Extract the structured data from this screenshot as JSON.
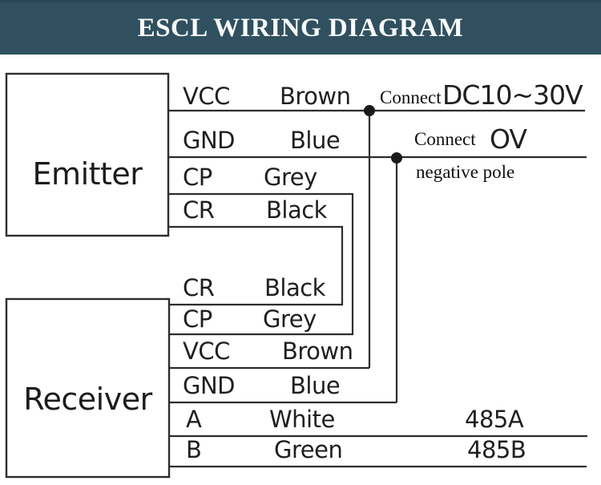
{
  "header": {
    "title": "ESCL WIRING DIAGRAM"
  },
  "colors": {
    "header_bg": "#30505f",
    "header_text": "#f7fafb",
    "line": "#2d2d2d",
    "text": "#1f1f1f",
    "background": "#ffffff"
  },
  "emitter": {
    "label": "Emitter",
    "wires": [
      {
        "pin": "VCC",
        "color_name": "Brown"
      },
      {
        "pin": "GND",
        "color_name": "Blue"
      },
      {
        "pin": "CP",
        "color_name": "Grey"
      },
      {
        "pin": "CR",
        "color_name": "Black"
      }
    ]
  },
  "receiver": {
    "label": "Receiver",
    "wires": [
      {
        "pin": "CR",
        "color_name": "Black"
      },
      {
        "pin": "CP",
        "color_name": "Grey"
      },
      {
        "pin": "VCC",
        "color_name": "Brown"
      },
      {
        "pin": "GND",
        "color_name": "Blue"
      },
      {
        "pin": "A",
        "color_name": "White",
        "terminal": "485A"
      },
      {
        "pin": "B",
        "color_name": "Green",
        "terminal": "485B"
      }
    ]
  },
  "annotations": {
    "vcc": {
      "connect_label": "Connect",
      "value": "DC10~30V"
    },
    "gnd": {
      "connect_label": "Connect",
      "value": "OV",
      "note": "negative pole"
    }
  }
}
